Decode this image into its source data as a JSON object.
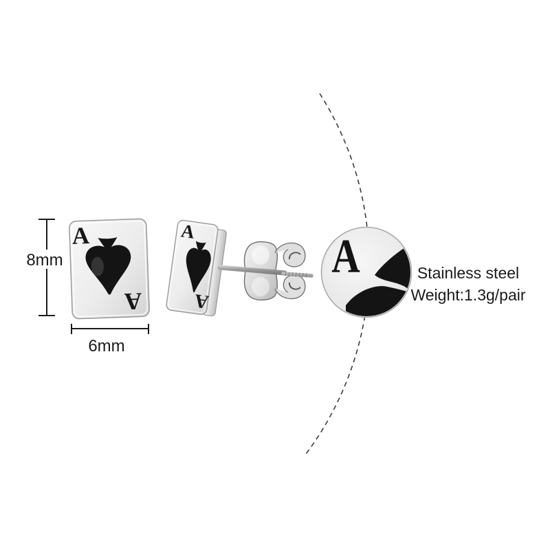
{
  "annotations": {
    "height_label": "8mm",
    "width_label": "6mm"
  },
  "product_info": {
    "material": "Stainless steel",
    "weight": "Weight:1.3g/pair"
  },
  "card": {
    "rank": "A",
    "suit": "spade"
  },
  "colors": {
    "enamel": "#141414",
    "rank_letter": "#161616",
    "dimension_line": "#1a1a1a",
    "text": "#1a1a1a",
    "arc": "#3c3c3c"
  }
}
